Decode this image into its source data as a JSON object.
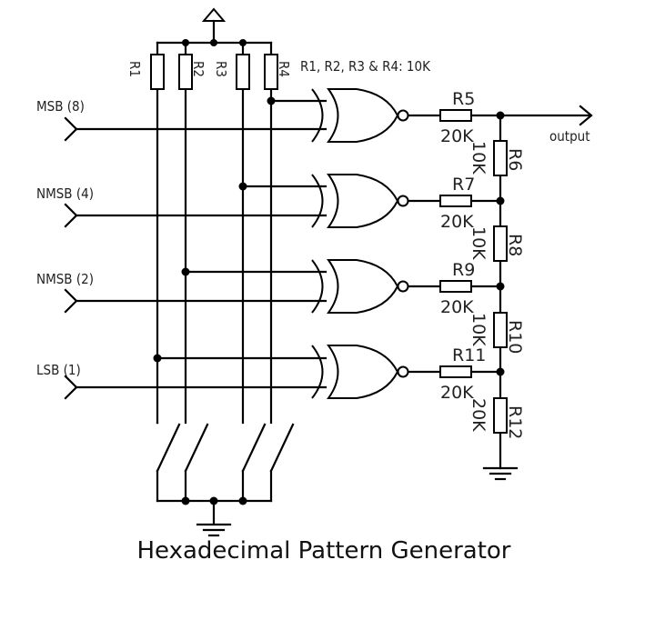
{
  "title": "Hexadecimal Pattern Generator",
  "inputs": [
    {
      "label": "MSB (8)"
    },
    {
      "label": "NMSB (4)"
    },
    {
      "label": "NMSB (2)"
    },
    {
      "label": "LSB (1)"
    }
  ],
  "pullups": {
    "names": [
      "R1",
      "R2",
      "R3",
      "R4"
    ],
    "note": "R1, R2, R3 & R4: 10K"
  },
  "series_resistors": [
    {
      "name": "R5",
      "value": "20K"
    },
    {
      "name": "R7",
      "value": "20K"
    },
    {
      "name": "R9",
      "value": "20K"
    },
    {
      "name": "R11",
      "value": "20K"
    }
  ],
  "ladder_resistors": [
    {
      "name": "R6",
      "value": "10K"
    },
    {
      "name": "R8",
      "value": "10K"
    },
    {
      "name": "R10",
      "value": "10K"
    },
    {
      "name": "R12",
      "value": "20K"
    }
  ],
  "output_label": "output",
  "gates": {
    "type": "XNOR",
    "count": 4
  },
  "switches": {
    "count": 4
  }
}
